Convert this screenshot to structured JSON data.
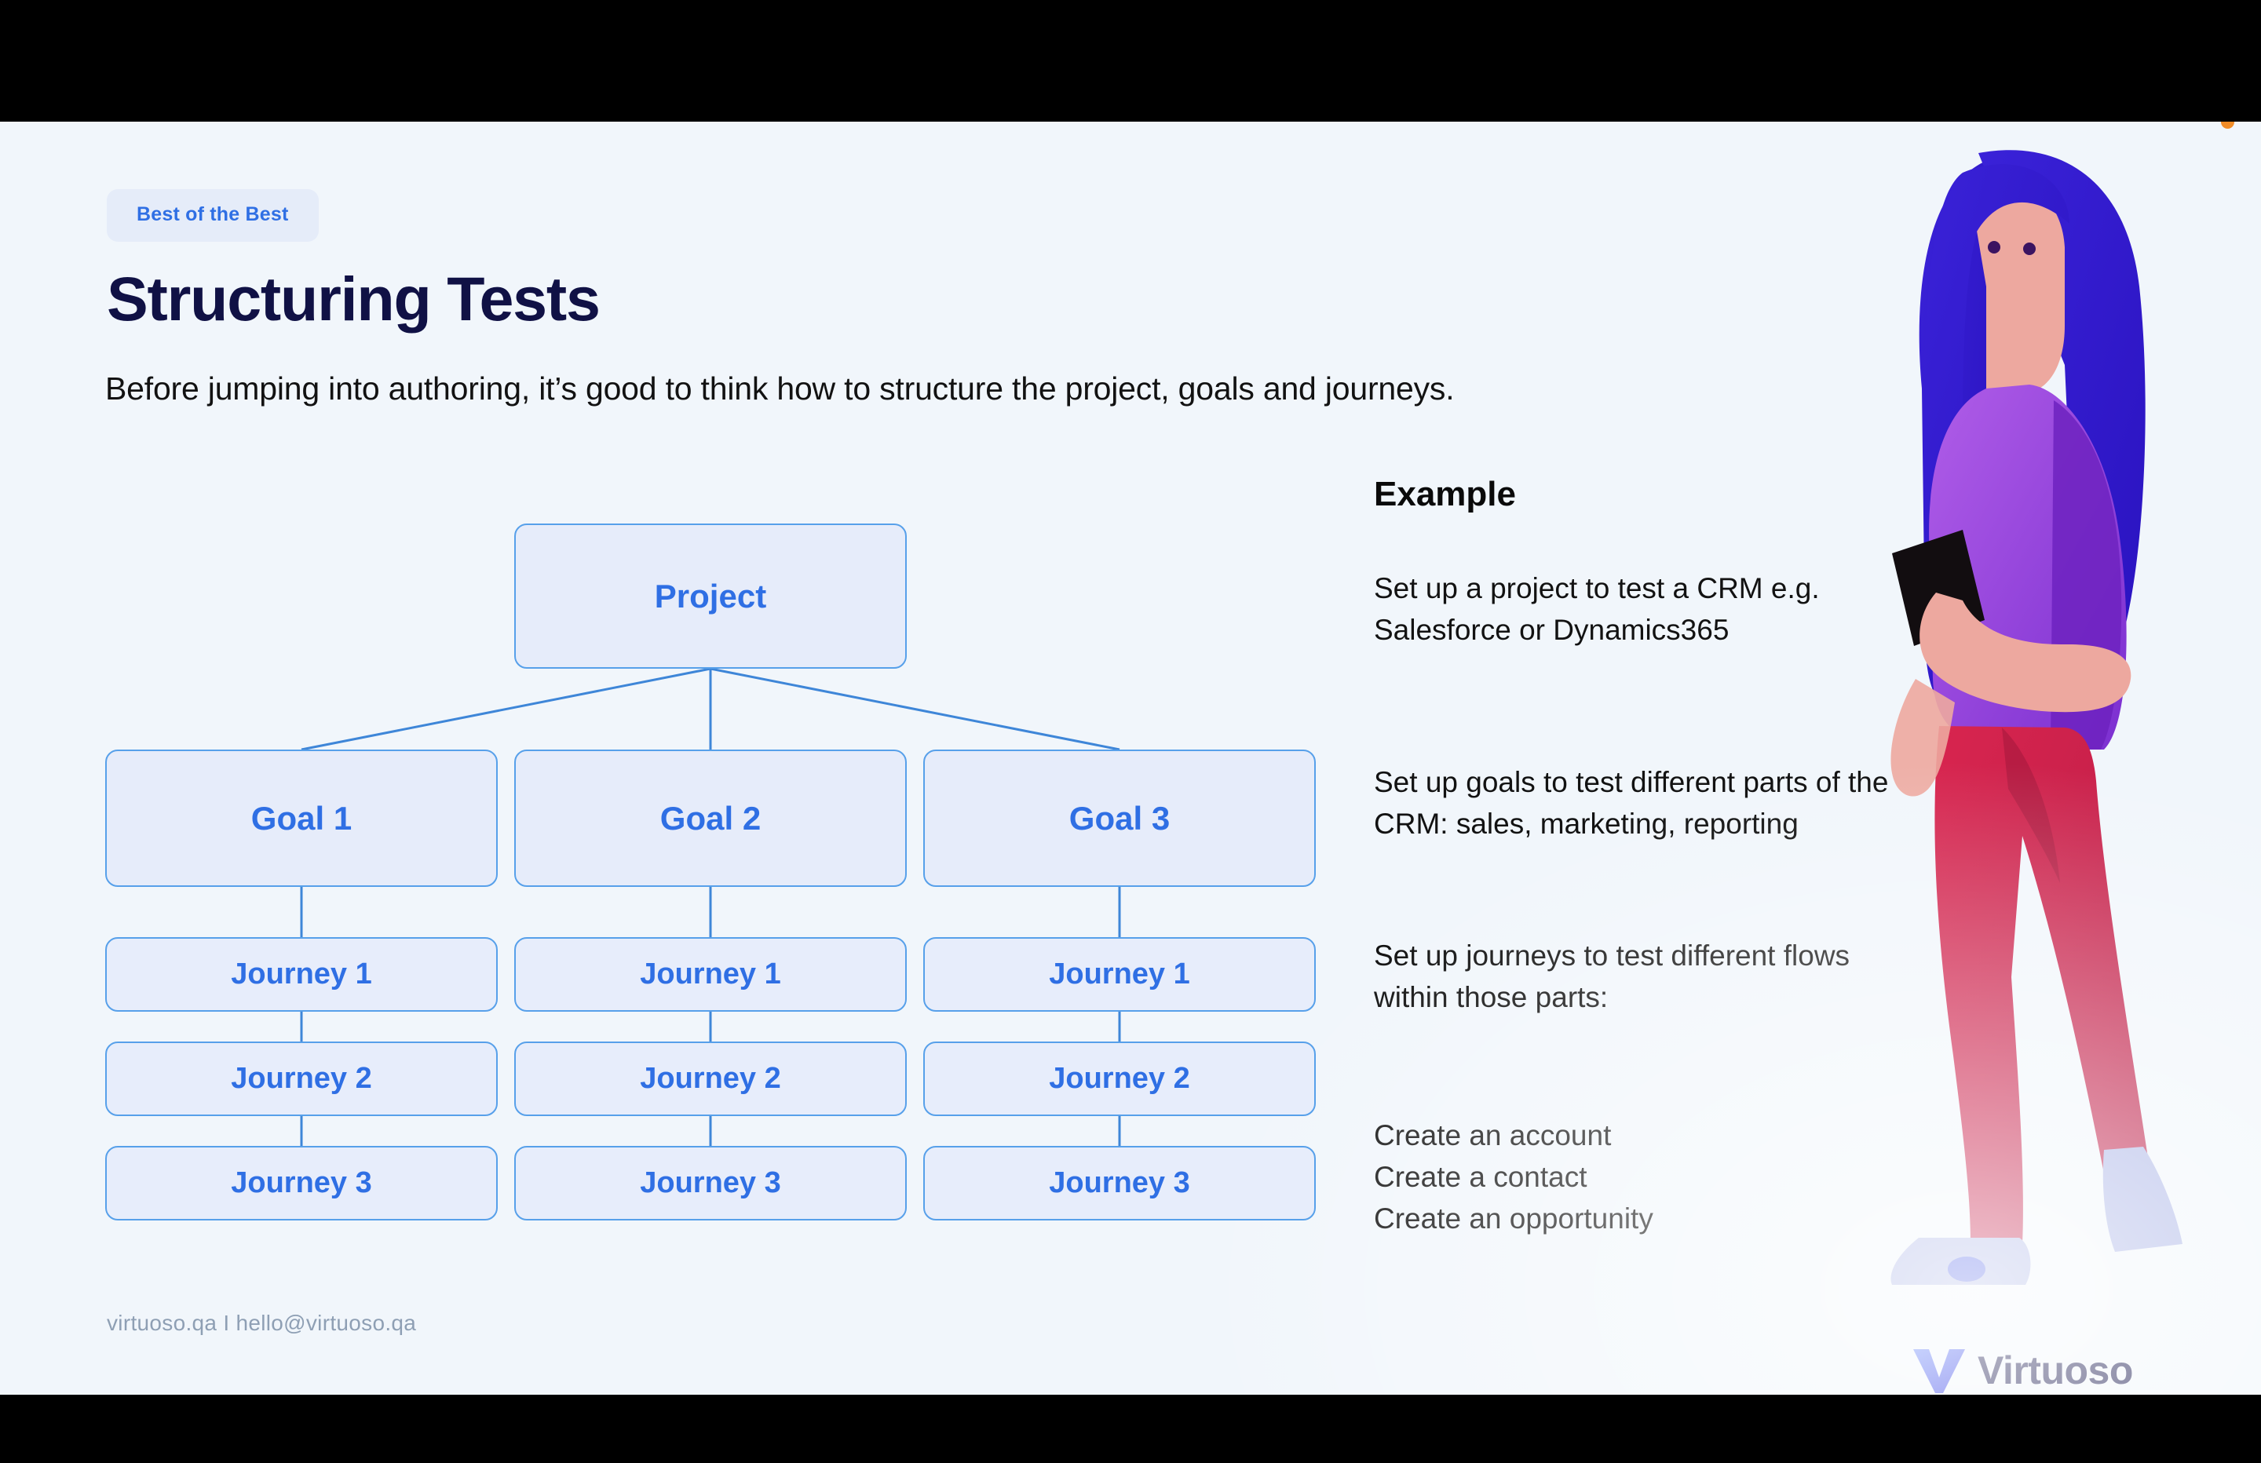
{
  "slide": {
    "badge": "Best of the Best",
    "title": "Structuring Tests",
    "subtitle": "Before jumping into authoring, it’s good to think how to structure the project, goals and journeys.",
    "footer": "virtuoso.qa I hello@virtuoso.qa",
    "logo_text": "Virtuoso",
    "accent_dot_color": "#f08c28",
    "background_color": "#f1f6fb"
  },
  "diagram": {
    "root": "Project",
    "node_border_color": "#57a0ea",
    "node_fill_color": "#e6ecfa",
    "node_text_color": "#2f6fe4",
    "columns": [
      {
        "goal": "Goal 1",
        "journeys": [
          "Journey 1",
          "Journey 2",
          "Journey 3"
        ]
      },
      {
        "goal": "Goal 2",
        "journeys": [
          "Journey 1",
          "Journey 2",
          "Journey 3"
        ]
      },
      {
        "goal": "Goal 3",
        "journeys": [
          "Journey 1",
          "Journey 2",
          "Journey 3"
        ]
      }
    ]
  },
  "example": {
    "heading": "Example",
    "paragraphs": [
      "Set up a project to test a CRM e.g. Salesforce or Dynamics365",
      "Set up goals to test different parts of the CRM: sales, marketing, reporting",
      "Set up journeys to test different flows within those parts:",
      "Create an account\nCreate a contact\nCreate an opportunity"
    ]
  }
}
